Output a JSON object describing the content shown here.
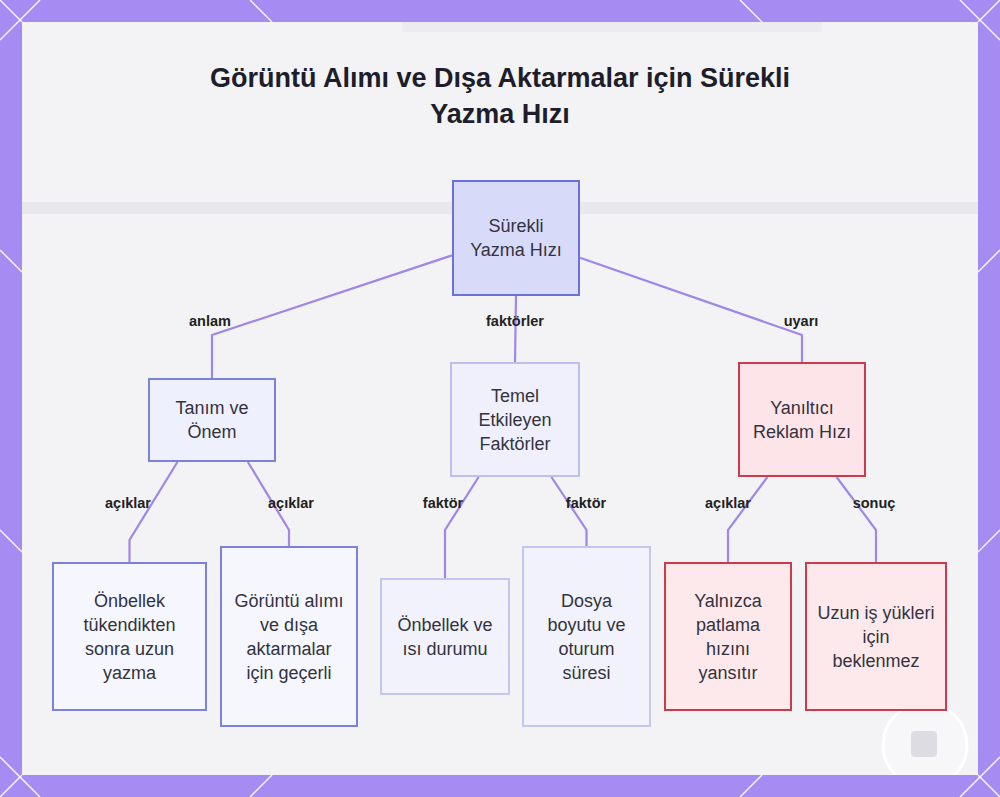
{
  "diagram": {
    "title": "Görüntü Alımı ve Dışa Aktarmalar için Sürekli Yazma Hızı",
    "nodes": [
      {
        "text": [
          "Sürekli Yazma Hızı"
        ]
      },
      {
        "text": [
          "Tanım ve Önem"
        ]
      },
      {
        "text": [
          "Temel Etkileyen Faktörler"
        ]
      },
      {
        "text": [
          "Yanıltıcı Reklam Hızı"
        ]
      },
      {
        "text": [
          "Önbellek tükendikten sonra uzun yazma"
        ]
      },
      {
        "text": [
          "Görüntü alımı ve dışa aktarmalar için geçerli"
        ]
      },
      {
        "text": [
          "Önbellek ve ısı durumu"
        ]
      },
      {
        "text": [
          "Dosya boyutu ve oturum süresi"
        ]
      },
      {
        "text": [
          "Yalnızca patlama hızını yansıtır"
        ]
      },
      {
        "text": [
          "Uzun iş yükleri için beklenmez"
        ]
      }
    ],
    "edges": [
      {
        "from": 0,
        "to": 1,
        "label": "anlam",
        "arrow": "none"
      },
      {
        "from": 0,
        "to": 2,
        "label": "faktörler",
        "arrow": "none"
      },
      {
        "from": 0,
        "to": 3,
        "label": "uyarı",
        "arrow": "none"
      },
      {
        "from": 1,
        "to": 4,
        "label": "açıklar",
        "arrow": "none"
      },
      {
        "from": 1,
        "to": 5,
        "label": "açıklar",
        "arrow": "none"
      },
      {
        "from": 2,
        "to": 6,
        "label": "faktör",
        "arrow": "none"
      },
      {
        "from": 2,
        "to": 7,
        "label": "faktör",
        "arrow": "none"
      },
      {
        "from": 3,
        "to": 8,
        "label": "açıklar",
        "arrow": "none"
      },
      {
        "from": 3,
        "to": 9,
        "label": "sonuç",
        "arrow": "none"
      }
    ]
  }
}
